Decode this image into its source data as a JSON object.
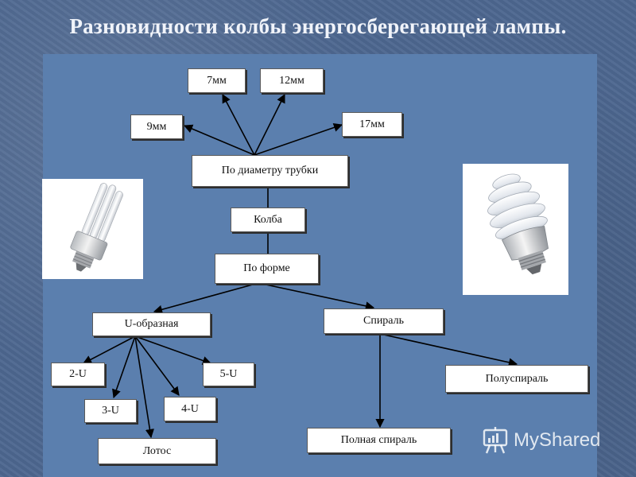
{
  "title": "Разновидности колбы энергосберегающей лампы.",
  "nodes": {
    "mm7": "7мм",
    "mm12": "12мм",
    "mm9": "9мм",
    "mm17": "17мм",
    "diameter": "По диаметру трубки",
    "bulb": "Колба",
    "shape": "По форме",
    "u_shaped": "U-образная",
    "spiral": "Спираль",
    "u2": "2-U",
    "u5": "5-U",
    "u3": "3-U",
    "u4": "4-U",
    "lotus": "Лотос",
    "half_spiral": "Полуспираль",
    "full_spiral": "Полная спираль"
  },
  "watermark": "MyShared",
  "colors": {
    "panel": "#5b7fae",
    "background": "#4d6790",
    "title": "#f1f4fa",
    "arrow": "#000000"
  }
}
